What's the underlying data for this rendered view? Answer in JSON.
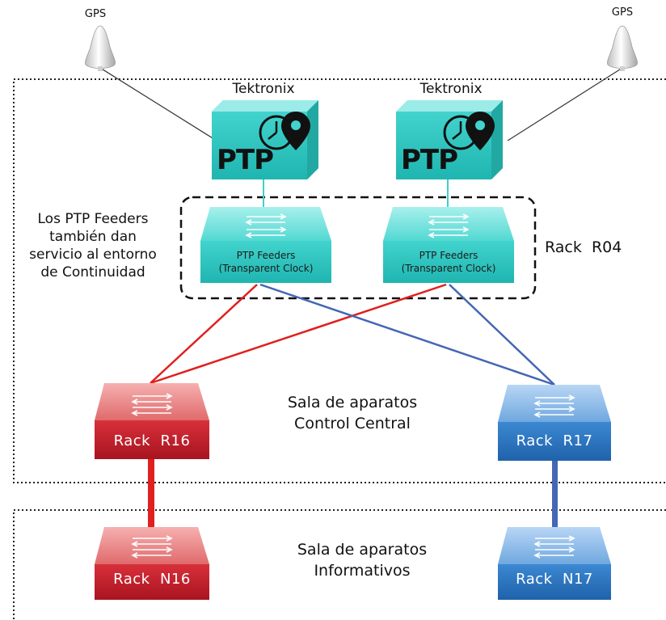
{
  "gps": {
    "left_label": "GPS",
    "right_label": "GPS"
  },
  "grandmasters": [
    {
      "vendor": "Tektronix",
      "label": "PTP"
    },
    {
      "vendor": "Tektronix",
      "label": "PTP"
    }
  ],
  "feeders": [
    {
      "line1": "PTP Feeders",
      "line2": "(Transparent Clock)"
    },
    {
      "line1": "PTP Feeders",
      "line2": "(Transparent Clock)"
    }
  ],
  "feeders_group_label": "Rack  R04",
  "note": {
    "line1": "Los PTP Feeders",
    "line2": "también dan",
    "line3": "servicio al entorno",
    "line4": "de Continuidad"
  },
  "rooms": {
    "control_central": {
      "line1": "Sala de aparatos",
      "line2": "Control Central"
    },
    "informativos": {
      "line1": "Sala de aparatos",
      "line2": "Informativos"
    }
  },
  "racks": {
    "r16": "Rack  R16",
    "r17": "Rack  R17",
    "n16": "Rack  N16",
    "n17": "Rack  N17"
  },
  "colors": {
    "red_link": "#e0201e",
    "blue_link": "#4466b4",
    "cyan_box": "#3fd0cc",
    "red_switch": "#c8202a",
    "blue_switch": "#2f78c4"
  }
}
